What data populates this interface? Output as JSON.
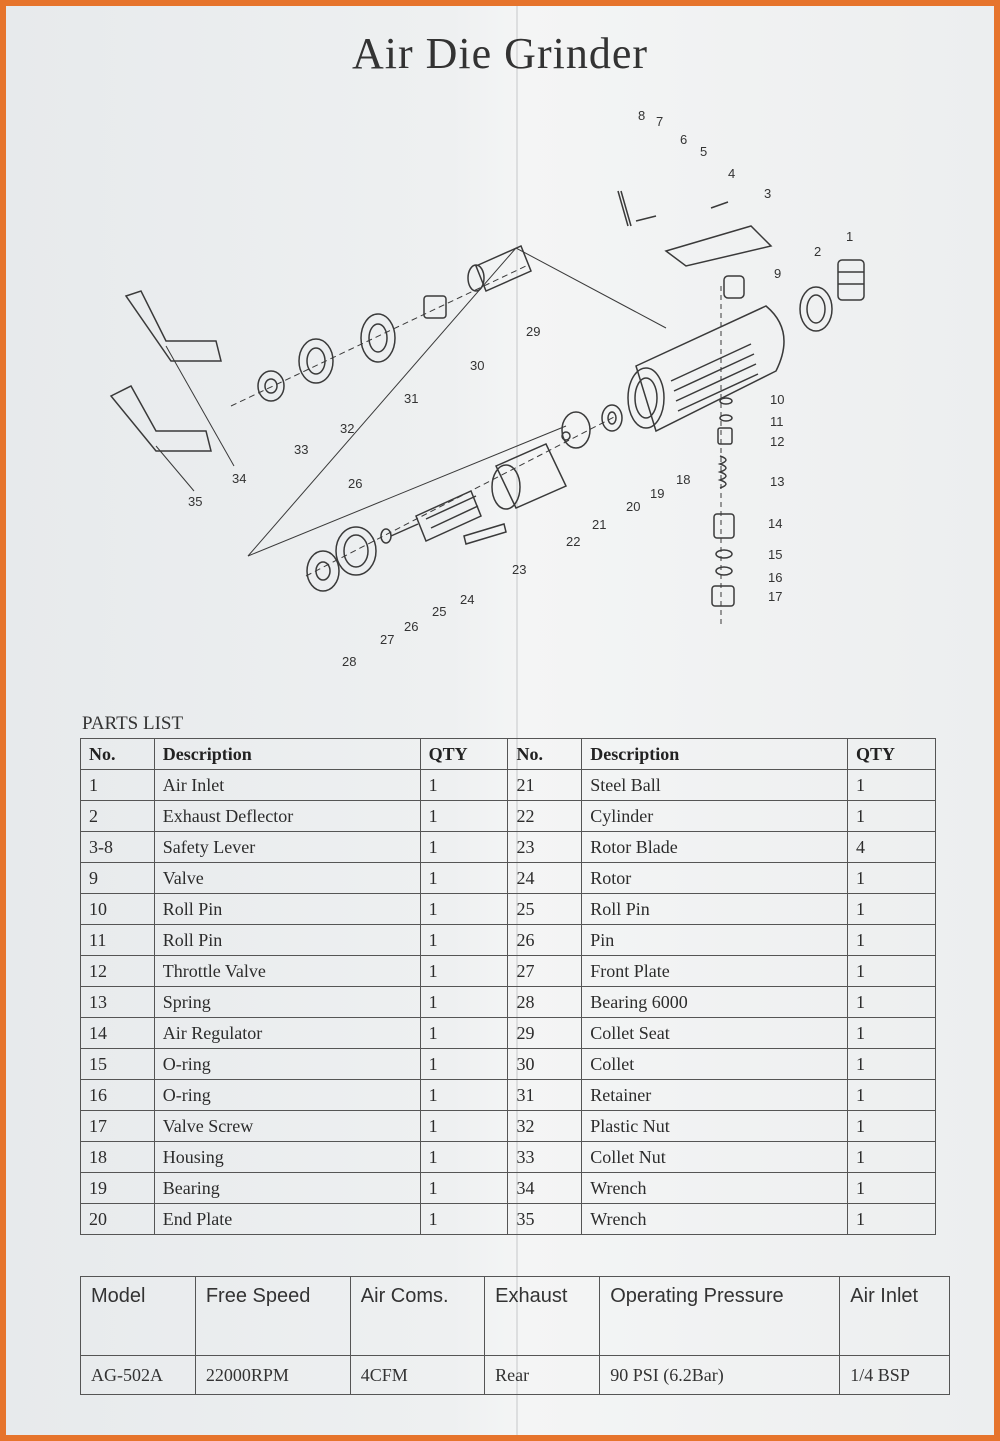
{
  "document": {
    "title": "Air Die Grinder",
    "parts_caption": "PARTS LIST"
  },
  "parts_table": {
    "headers": [
      "No.",
      "Description",
      "QTY",
      "No.",
      "Description",
      "QTY"
    ],
    "rows": [
      {
        "no_l": "1",
        "desc_l": "Air Inlet",
        "qty_l": "1",
        "no_r": "21",
        "desc_r": "Steel Ball",
        "qty_r": "1"
      },
      {
        "no_l": "2",
        "desc_l": "Exhaust Deflector",
        "qty_l": "1",
        "no_r": "22",
        "desc_r": "Cylinder",
        "qty_r": "1"
      },
      {
        "no_l": "3-8",
        "desc_l": "Safety Lever",
        "qty_l": "1",
        "no_r": "23",
        "desc_r": "Rotor Blade",
        "qty_r": "4"
      },
      {
        "no_l": "9",
        "desc_l": "Valve",
        "qty_l": "1",
        "no_r": "24",
        "desc_r": "Rotor",
        "qty_r": "1"
      },
      {
        "no_l": "10",
        "desc_l": "Roll Pin",
        "qty_l": "1",
        "no_r": "25",
        "desc_r": "Roll Pin",
        "qty_r": "1"
      },
      {
        "no_l": "11",
        "desc_l": "Roll Pin",
        "qty_l": "1",
        "no_r": "26",
        "desc_r": "Pin",
        "qty_r": "1"
      },
      {
        "no_l": "12",
        "desc_l": "Throttle Valve",
        "qty_l": "1",
        "no_r": "27",
        "desc_r": "Front Plate",
        "qty_r": "1"
      },
      {
        "no_l": "13",
        "desc_l": "Spring",
        "qty_l": "1",
        "no_r": "28",
        "desc_r": "Bearing 6000",
        "qty_r": "1"
      },
      {
        "no_l": "14",
        "desc_l": "Air Regulator",
        "qty_l": "1",
        "no_r": "29",
        "desc_r": "Collet Seat",
        "qty_r": "1"
      },
      {
        "no_l": "15",
        "desc_l": "O-ring",
        "qty_l": "1",
        "no_r": "30",
        "desc_r": "Collet",
        "qty_r": "1"
      },
      {
        "no_l": "16",
        "desc_l": "O-ring",
        "qty_l": "1",
        "no_r": "31",
        "desc_r": "Retainer",
        "qty_r": "1"
      },
      {
        "no_l": "17",
        "desc_l": "Valve Screw",
        "qty_l": "1",
        "no_r": "32",
        "desc_r": "Plastic Nut",
        "qty_r": "1"
      },
      {
        "no_l": "18",
        "desc_l": "Housing",
        "qty_l": "1",
        "no_r": "33",
        "desc_r": "Collet Nut",
        "qty_r": "1"
      },
      {
        "no_l": "19",
        "desc_l": "Bearing",
        "qty_l": "1",
        "no_r": "34",
        "desc_r": "Wrench",
        "qty_r": "1"
      },
      {
        "no_l": "20",
        "desc_l": "End Plate",
        "qty_l": "1",
        "no_r": "35",
        "desc_r": "Wrench",
        "qty_r": "1"
      }
    ]
  },
  "specs_table": {
    "headers": [
      "Model",
      "Free Speed",
      "Air Coms.",
      "Exhaust",
      "Operating Pressure",
      "Air Inlet"
    ],
    "values": [
      "AG-502A",
      "22000RPM",
      "4CFM",
      "Rear",
      "90 PSI (6.2Bar)",
      "1/4 BSP"
    ]
  },
  "diagram_labels": [
    "1",
    "2",
    "3",
    "4",
    "5",
    "6",
    "7",
    "8",
    "9",
    "10",
    "11",
    "12",
    "13",
    "14",
    "15",
    "16",
    "17",
    "18",
    "19",
    "20",
    "21",
    "22",
    "23",
    "24",
    "25",
    "26",
    "26",
    "27",
    "28",
    "29",
    "30",
    "31",
    "32",
    "33",
    "34",
    "35"
  ]
}
